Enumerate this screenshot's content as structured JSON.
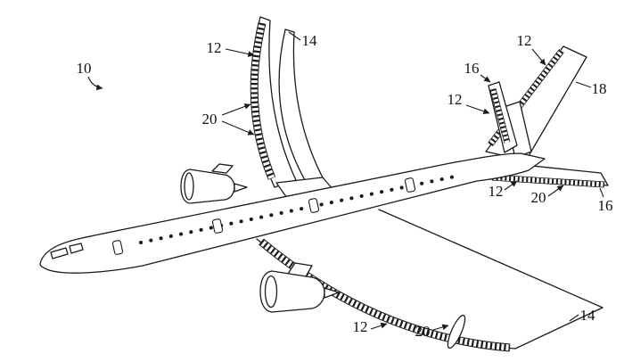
{
  "figure": {
    "background_color": "#ffffff",
    "ink_color": "#1a1a1a",
    "labels": {
      "aircraft": "10",
      "far_wing": "14",
      "far_wing_leading_edge": "12",
      "far_wing_protection_zone": "20",
      "vertical_stabilizer": "18",
      "vertical_stabilizer_leading_edge": "12",
      "far_horizontal_stabilizer": "16",
      "far_horizontal_stabilizer_leading_edge": "12",
      "near_horizontal_stabilizer": "16",
      "near_horizontal_stabilizer_leading_edge": "12",
      "near_horizontal_stabilizer_protection_zone": "20",
      "near_wing": "14",
      "near_wing_leading_edge": "12",
      "near_wing_protection_zone": "20"
    }
  }
}
